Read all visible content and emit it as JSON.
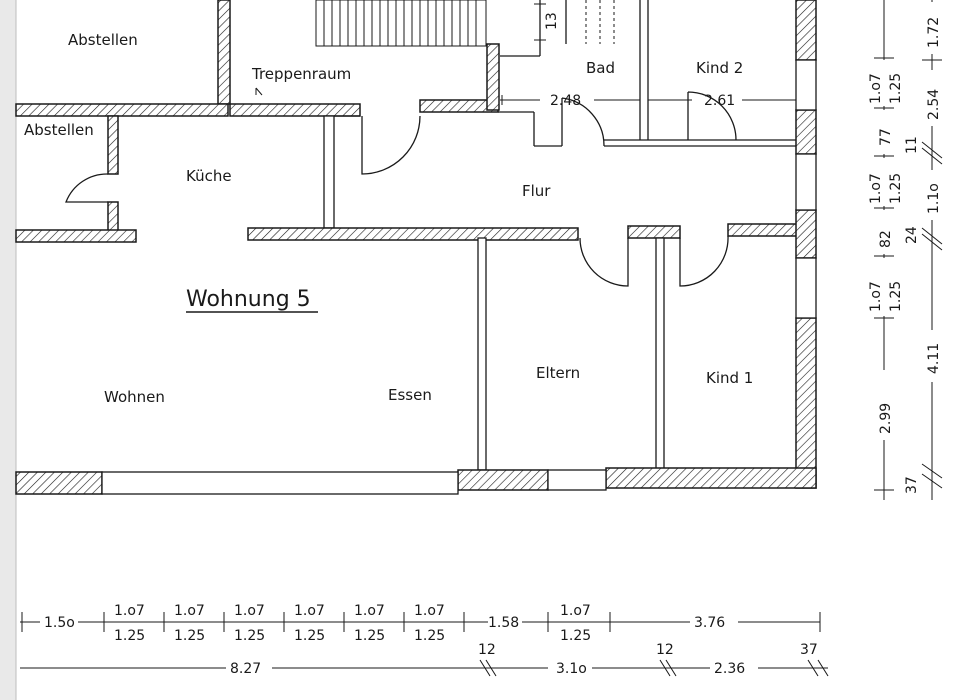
{
  "plan": {
    "title": "Wohnung 5",
    "rooms": {
      "abstellen_top": "Abstellen",
      "treppenraum": "Treppenraum",
      "bad": "Bad",
      "kind2": "Kind 2",
      "abstellen_left": "Abstellen",
      "kueche": "Küche",
      "flur": "Flur",
      "eltern": "Eltern",
      "kind1": "Kind 1",
      "wohnen": "Wohnen",
      "essen": "Essen"
    },
    "inner_dims": {
      "bad_width": "2.48",
      "kind2_width": "2.61",
      "stair_step": "13"
    }
  },
  "dims_bottom": {
    "row1": {
      "start": "1.5o",
      "windows": [
        {
          "top": "1.o7",
          "bottom": "1.25"
        },
        {
          "top": "1.o7",
          "bottom": "1.25"
        },
        {
          "top": "1.o7",
          "bottom": "1.25"
        },
        {
          "top": "1.o7",
          "bottom": "1.25"
        },
        {
          "top": "1.o7",
          "bottom": "1.25"
        },
        {
          "top": "1.o7",
          "bottom": "1.25"
        }
      ],
      "mid": "1.58",
      "window7": {
        "top": "1.o7",
        "bottom": "1.25"
      },
      "end": "3.76"
    },
    "row2": {
      "a": "8.27",
      "b_wall": "12",
      "c": "3.1o",
      "d_wall": "12",
      "e": "2.36",
      "f_wall": "37"
    }
  },
  "dims_right": {
    "col1": {
      "w1": {
        "top": "1.o7",
        "bottom": "1.25"
      },
      "p1": "77",
      "w2": {
        "top": "1.o7",
        "bottom": "1.25"
      },
      "p2": "82",
      "w3": {
        "top": "1.o7",
        "bottom": "1.25"
      },
      "p3": "2.99"
    },
    "col2": {
      "a": "1.72",
      "b": "2.54",
      "c": "11",
      "d": "1.1o",
      "e": "24",
      "f": "4.11",
      "g": "37"
    }
  }
}
